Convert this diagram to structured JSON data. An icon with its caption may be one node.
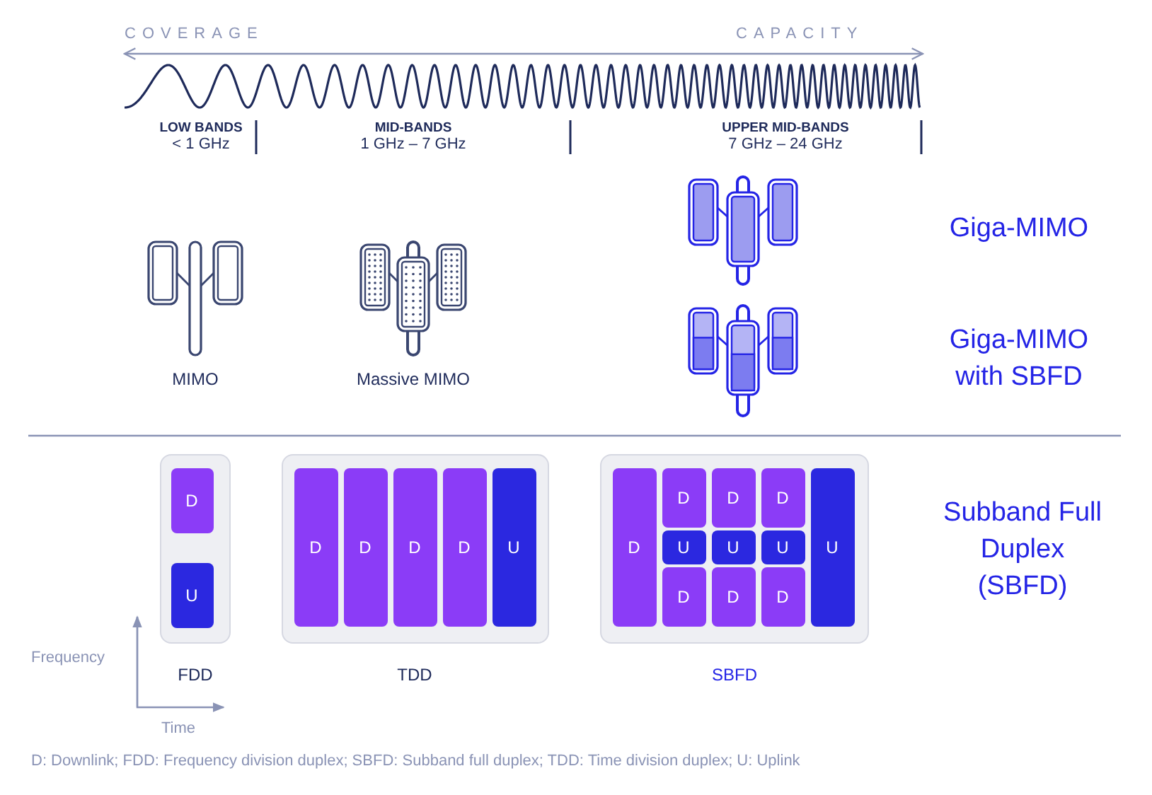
{
  "diagram": {
    "caption": "D: Downlink; FDD: Frequency division duplex; SBFD: Subband full duplex; TDD: Time division duplex; U: Uplink",
    "nodes": [
      {
        "text": [],
        "shape": "picture",
        "beside": [
          "MIMO"
        ]
      },
      {
        "text": [],
        "shape": "picture",
        "beside": [
          "Massive MIMO"
        ]
      },
      {
        "text": [],
        "shape": "picture"
      },
      {
        "text": [],
        "shape": "picture"
      },
      {
        "text": [],
        "shape": "box",
        "beside": [
          "FDD"
        ]
      },
      {
        "text": [
          "D"
        ],
        "in": 4
      },
      {
        "text": [
          "U"
        ],
        "in": 4
      },
      {
        "text": [],
        "shape": "box",
        "beside": [
          "TDD"
        ]
      },
      {
        "text": [
          "D"
        ],
        "in": 7
      },
      {
        "text": [
          "D"
        ],
        "in": 7
      },
      {
        "text": [
          "D"
        ],
        "in": 7
      },
      {
        "text": [
          "D"
        ],
        "in": 7
      },
      {
        "text": [
          "U"
        ],
        "in": 7
      },
      {
        "text": [],
        "shape": "box",
        "beside": [
          "SBFD"
        ]
      },
      {
        "text": [
          "D"
        ],
        "in": 13
      },
      {
        "text": [
          "D"
        ],
        "in": 13
      },
      {
        "text": [
          "D"
        ],
        "in": 13
      },
      {
        "text": [
          "D"
        ],
        "in": 13
      },
      {
        "text": [
          "U"
        ],
        "in": 13
      },
      {
        "text": [
          "U"
        ],
        "in": 13
      },
      {
        "text": [
          "U"
        ],
        "in": 13
      },
      {
        "text": [
          "D"
        ],
        "in": 13
      },
      {
        "text": [
          "D"
        ],
        "in": 13
      },
      {
        "text": [
          "D"
        ],
        "in": 13
      },
      {
        "text": [
          "U"
        ],
        "in": 13
      }
    ],
    "labels": [
      "COVERAGE",
      "CAPACITY",
      "LOW BANDS",
      "< 1 GHz",
      "MID-BANDS",
      "1 GHz – 7 GHz",
      "UPPER MID-BANDS",
      "7 GHz – 24 GHz",
      "Giga-MIMO",
      "Giga-MIMO with SBFD",
      "Subband Full Duplex (SBFD)",
      "Frequency",
      "Time"
    ]
  }
}
